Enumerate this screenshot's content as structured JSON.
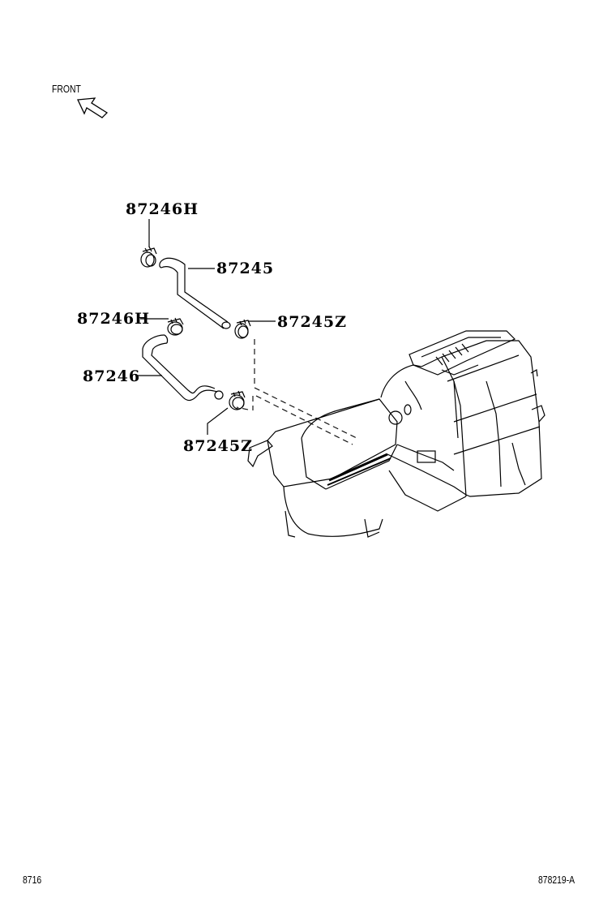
{
  "orientation": {
    "label": "FRONT",
    "icon": "front-arrow-icon"
  },
  "callouts": [
    {
      "part_no": "87246H",
      "description": "upper hose clamp"
    },
    {
      "part_no": "87245",
      "description": "upper heater hose"
    },
    {
      "part_no": "87246H",
      "description": "lower hose clamp"
    },
    {
      "part_no": "87245Z",
      "description": "upper hose clamp at unit"
    },
    {
      "part_no": "87246",
      "description": "lower heater hose"
    },
    {
      "part_no": "87245Z",
      "description": "lower hose clamp at unit"
    }
  ],
  "assembly": {
    "name": "heater-unit-assembly"
  },
  "footer": {
    "section_code": "8716",
    "illustration_id": "878219-A"
  },
  "colors": {
    "line": "#000000",
    "background": "#ffffff"
  }
}
